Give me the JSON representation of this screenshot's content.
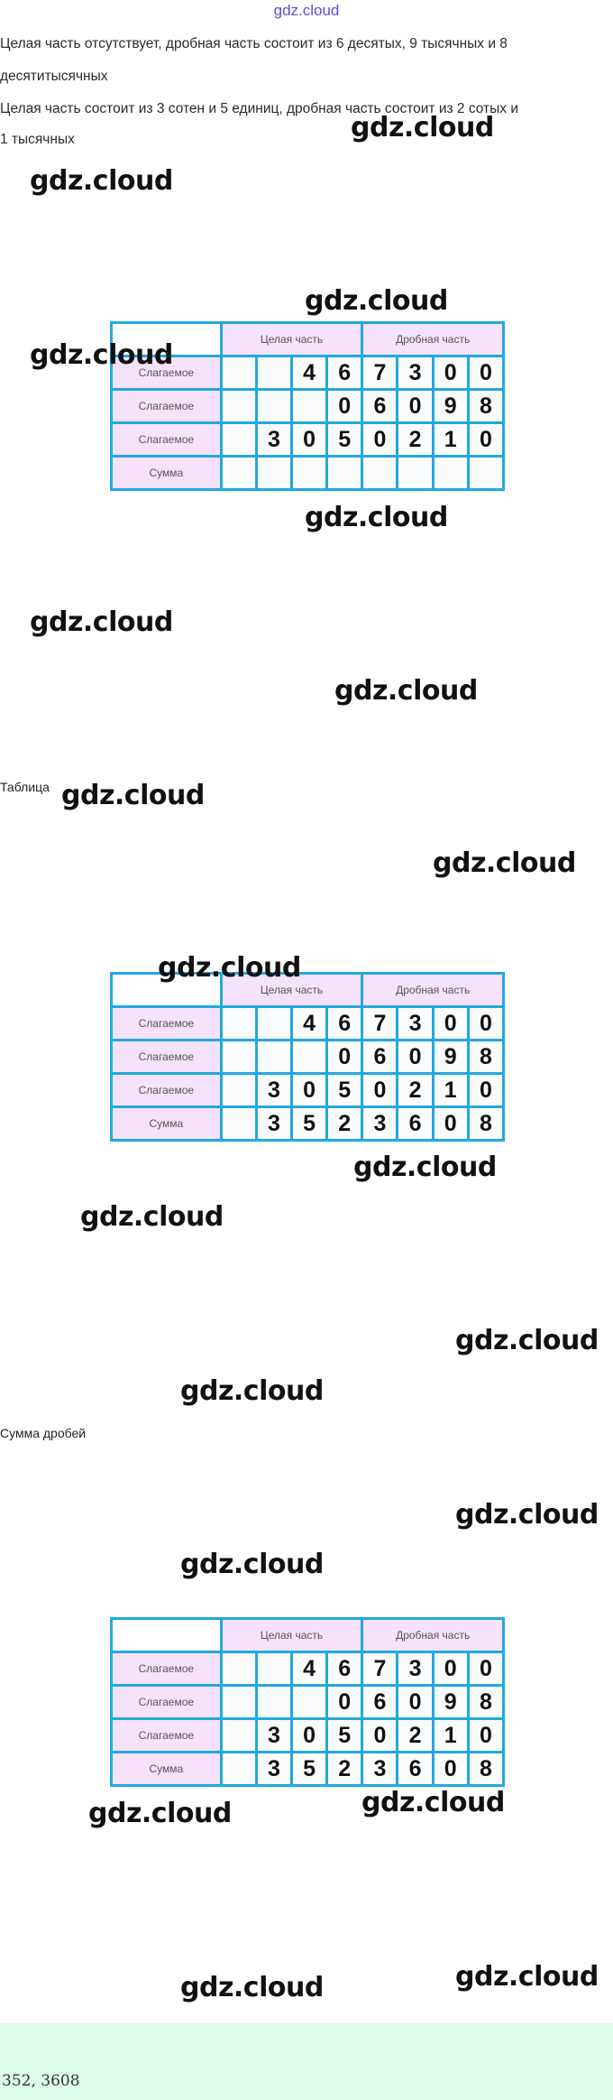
{
  "watermark_top": "gdz.cloud",
  "watermark": "gdz.cloud",
  "text": {
    "line1": "Целая часть отсутствует, дробная часть состоит из 6 десятых, 9 тысячных и 8",
    "line2": "десятитысячных",
    "line3": "Целая часть состоит из 3 сотен и 5 единиц, дробная часть состоит из 2 сотых и",
    "line4": "1 тысячных",
    "table_caption": "Таблица",
    "sum_caption": "Сумма дробей"
  },
  "table_header": {
    "whole": "Целая часть",
    "fraction": "Дробная часть"
  },
  "tables": [
    {
      "rows": [
        {
          "label": "Слагаемое",
          "digits": [
            "",
            "",
            "4",
            "6",
            "7",
            "3",
            "0",
            "0"
          ]
        },
        {
          "label": "Слагаемое",
          "digits": [
            "",
            "",
            "",
            "0",
            "6",
            "0",
            "9",
            "8"
          ]
        },
        {
          "label": "Слагаемое",
          "digits": [
            "",
            "3",
            "0",
            "5",
            "0",
            "2",
            "1",
            "0"
          ]
        },
        {
          "label": "Сумма",
          "digits": [
            "",
            "",
            "",
            "",
            "",
            "",
            "",
            ""
          ]
        }
      ]
    },
    {
      "rows": [
        {
          "label": "Слагаемое",
          "digits": [
            "",
            "",
            "4",
            "6",
            "7",
            "3",
            "0",
            "0"
          ]
        },
        {
          "label": "Слагаемое",
          "digits": [
            "",
            "",
            "",
            "0",
            "6",
            "0",
            "9",
            "8"
          ]
        },
        {
          "label": "Слагаемое",
          "digits": [
            "",
            "3",
            "0",
            "5",
            "0",
            "2",
            "1",
            "0"
          ]
        },
        {
          "label": "Сумма",
          "digits": [
            "",
            "3",
            "5",
            "2",
            "3",
            "6",
            "0",
            "8"
          ]
        }
      ]
    },
    {
      "rows": [
        {
          "label": "Слагаемое",
          "digits": [
            "",
            "",
            "4",
            "6",
            "7",
            "3",
            "0",
            "0"
          ]
        },
        {
          "label": "Слагаемое",
          "digits": [
            "",
            "",
            "",
            "0",
            "6",
            "0",
            "9",
            "8"
          ]
        },
        {
          "label": "Слагаемое",
          "digits": [
            "",
            "3",
            "0",
            "5",
            "0",
            "2",
            "1",
            "0"
          ]
        },
        {
          "label": "Сумма",
          "digits": [
            "",
            "3",
            "5",
            "2",
            "3",
            "6",
            "0",
            "8"
          ]
        }
      ]
    }
  ],
  "answer": "352, 3608",
  "colors": {
    "grid_border": "#22a8e0",
    "label_bg": "#f6e2fa",
    "answer_bg": "#dcfce9"
  }
}
